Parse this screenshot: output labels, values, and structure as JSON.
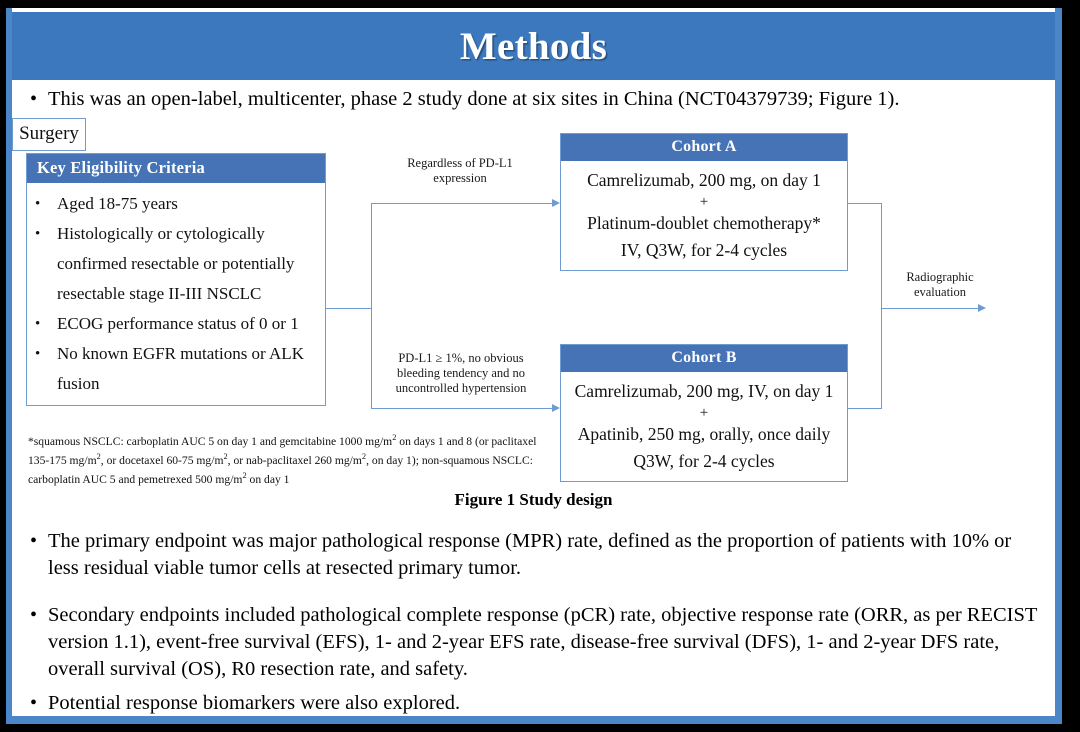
{
  "slide": {
    "title": "Methods",
    "intro_bullet": "This was an open-label, multicenter, phase 2 study done at six sites in China (NCT04379739; Figure 1).",
    "figure_caption": "Figure 1 Study design",
    "bullet_marker": "•",
    "colors": {
      "title_bar": "#3c78bd",
      "box_header": "#4573b5",
      "connector": "#6e9bd2",
      "frame": "#4a86c8",
      "background": "#000000",
      "canvas": "#ffffff"
    }
  },
  "diagram": {
    "eligibility": {
      "header": "Key  Eligibility Criteria",
      "criteria": [
        "Aged 18-75 years",
        "Histologically or cytologically confirmed resectable or potentially resectable stage II-III  NSCLC",
        "ECOG performance status of 0 or 1",
        "No known EGFR mutations or ALK fusion"
      ]
    },
    "edge_labels": {
      "top": "Regardless  of PD-L1 expression",
      "bottom": "PD-L1 ≥ 1%, no obvious bleeding tendency  and no uncontrolled  hypertension",
      "right": "Radiographic evaluation"
    },
    "cohort_a": {
      "header": "Cohort A",
      "line1": "Camrelizumab, 200 mg, on day 1",
      "plus": "+",
      "line2": "Platinum-doublet chemotherapy*",
      "line3": "IV, Q3W, for 2-4 cycles"
    },
    "cohort_b": {
      "header": "Cohort B",
      "line1": "Camrelizumab, 200 mg, IV, on day 1",
      "plus": "+",
      "line2": "Apatinib, 250 mg, orally, once daily",
      "line3": "Q3W, for 2-4 cycles"
    },
    "surgery": {
      "label": "Surgery"
    },
    "footnote": {
      "part1": "*squamous NSCLC: carboplatin AUC 5 on day 1 and gemcitabine 1000 mg/m",
      "sup1": "2",
      "part2": " on days 1 and 8 (or paclitaxel  135-175  mg/m",
      "sup2": "2",
      "part3": ", or docetaxel 60-75 mg/m",
      "sup3": "2",
      "part4": ", or nab-paclitaxel 260 mg/m",
      "sup4": "2",
      "part5": ", on day 1); non-squamous NSCLC: carboplatin AUC 5 and pemetrexed 500 mg/m",
      "sup5": "2",
      "part6": " on day 1"
    }
  },
  "endpoints": {
    "primary": "The primary endpoint was major pathological response (MPR) rate, defined as the proportion of patients with 10% or less residual viable tumor cells at resected primary tumor.",
    "secondary": "Secondary endpoints included pathological complete response (pCR) rate, objective response rate (ORR, as per RECIST version 1.1), event-free survival (EFS), 1- and 2-year EFS rate, disease-free survival (DFS), 1- and 2-year DFS rate, overall survival (OS), R0 resection rate, and safety.",
    "biomarkers": "Potential response biomarkers were also explored."
  }
}
